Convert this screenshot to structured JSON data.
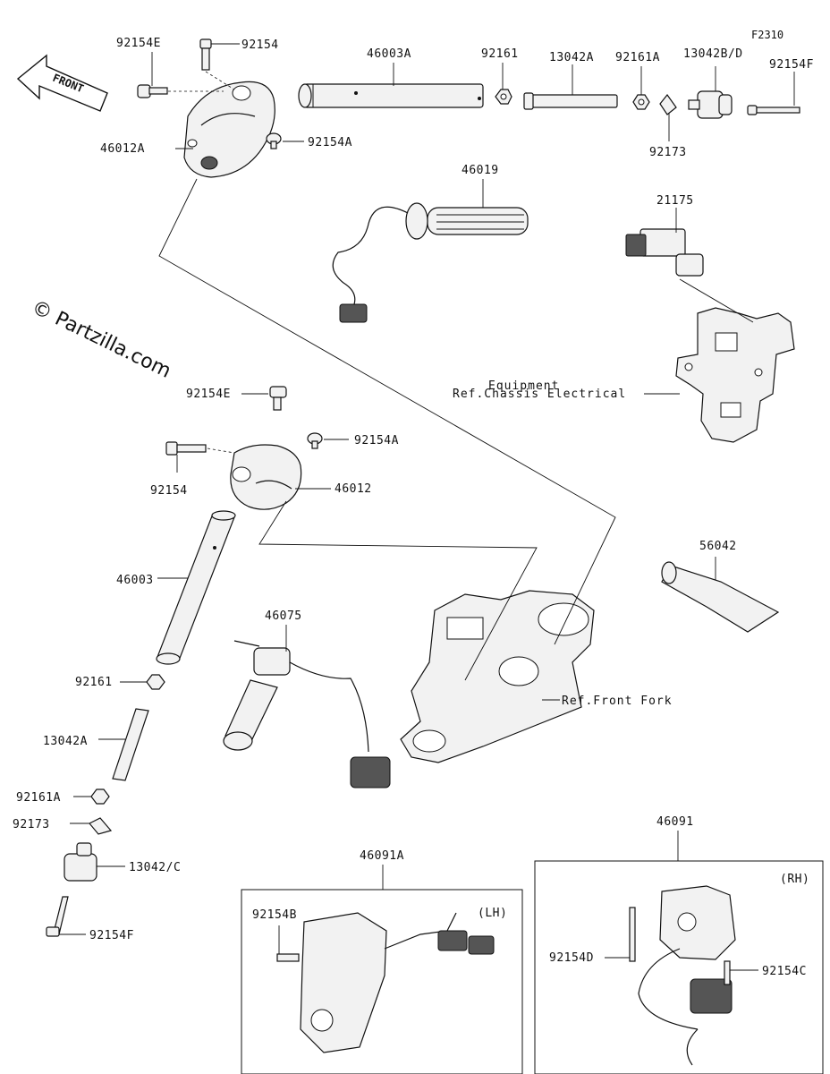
{
  "figure_code": "F2310",
  "watermark": "© Partzilla.com",
  "front_arrow_label": "FRONT",
  "parts": {
    "p92154E_top": "92154E",
    "p92154_top": "92154",
    "p46012A": "46012A",
    "p92154A_top": "92154A",
    "p46003A": "46003A",
    "p92161_top": "92161",
    "p13042A_top": "13042A",
    "p92161A_top": "92161A",
    "p13042BD": "13042B/D",
    "p92154F_top": "92154F",
    "p92173_top": "92173",
    "p46019": "46019",
    "p21175": "21175",
    "p92154E_mid": "92154E",
    "p92154A_mid": "92154A",
    "p92154_mid": "92154",
    "p46012": "46012",
    "p46003": "46003",
    "p46075": "46075",
    "p56042": "56042",
    "p92161_low": "92161",
    "p13042A_low": "13042A",
    "p92161A_low": "92161A",
    "p92173_low": "92173",
    "p13042C": "13042/C",
    "p92154F_low": "92154F",
    "p46091A": "46091A",
    "p46091": "46091",
    "p92154B": "92154B",
    "p92154D": "92154D",
    "p92154C": "92154C"
  },
  "references": {
    "chassis_line1": "Ref.Chassis Electrical",
    "chassis_line2": "Equipment",
    "front_fork": "Ref.Front Fork"
  },
  "box_tags": {
    "lh": "(LH)",
    "rh": "(RH)"
  }
}
